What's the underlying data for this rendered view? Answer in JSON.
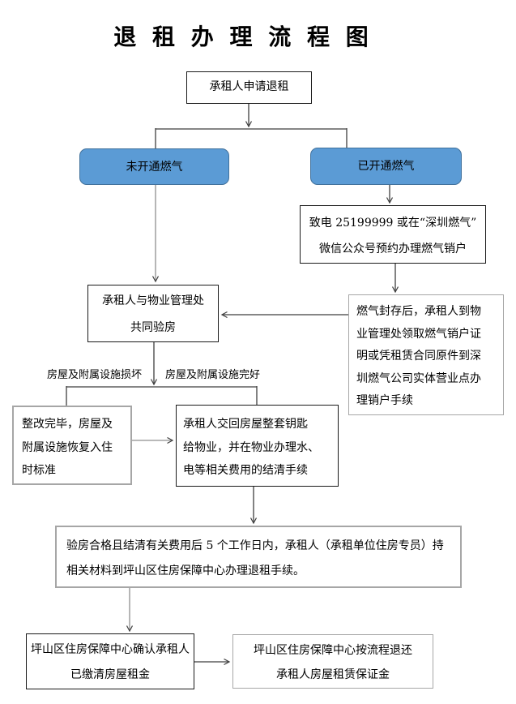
{
  "title": "退 租 办 理 流 程 图",
  "nodes": {
    "apply": {
      "text": "承租人申请退租"
    },
    "no_gas": {
      "label": "未开通燃气"
    },
    "gas": {
      "label": "已开通燃气"
    },
    "call": {
      "lines": [
        "致电 25199999 或在“深圳燃气”",
        "微信公众号预约办理燃气销户"
      ]
    },
    "seal": {
      "lines": [
        "燃气封存后，承租人到物",
        "业管理处领取燃气销户证",
        "明或凭租赁合同原件到深",
        "圳燃气公司实体营业点办",
        "理销户手续"
      ]
    },
    "inspect": {
      "lines": [
        "承租人与物业管理处",
        "共同验房"
      ]
    },
    "repair": {
      "lines": [
        "整改完毕，房屋及",
        "附属设施恢复入住",
        "时标准"
      ]
    },
    "keys": {
      "lines": [
        "承租人交回房屋整套钥匙",
        "给物业，并在物业办理水、",
        "电等相关费用的结清手续"
      ]
    },
    "wide": {
      "lines": [
        "验房合格且结清有关费用后 5 个工作日内，承租人（承租单位住房专员）持",
        "相关材料到坪山区住房保障中心办理退租手续。"
      ]
    },
    "confirm": {
      "lines": [
        "坪山区住房保障中心确认承租人",
        "已缴清房屋租金"
      ]
    },
    "refund": {
      "lines": [
        "坪山区住房保障中心按流程退还",
        "承租人房屋租赁保证金"
      ]
    }
  },
  "branch_labels": {
    "damaged": "房屋及附属设施损坏",
    "good": "房屋及附属设施完好"
  },
  "colors": {
    "node-fill": "#5b9bd5",
    "node-border": "#41719c",
    "box-gray": "#a6a6a6",
    "box-black": "#1a1a1a",
    "line-dark": "#3f3f3f",
    "line-gray": "#8f8f8f"
  }
}
